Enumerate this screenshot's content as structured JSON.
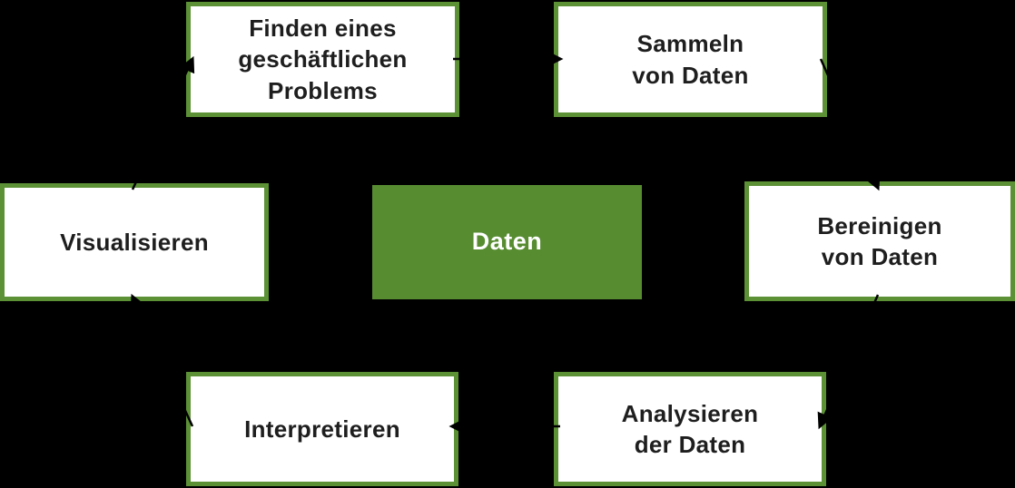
{
  "diagram": {
    "background_color": "#000000",
    "colors": {
      "border_green": "#5C9136",
      "center_fill_green": "#578C31",
      "box_fill": "#FFFFFF",
      "text_dark": "#1E1E1E",
      "text_light": "#FFFFFF",
      "connector": "#000000"
    },
    "center_node": {
      "id": "daten",
      "label": "Daten"
    },
    "nodes": [
      {
        "id": "finden",
        "label_lines": [
          "Finden eines",
          "geschäftlichen",
          "Problems"
        ]
      },
      {
        "id": "sammeln",
        "label_lines": [
          "Sammeln",
          "von Daten"
        ]
      },
      {
        "id": "bereinigen",
        "label_lines": [
          "Bereinigen",
          "von Daten"
        ]
      },
      {
        "id": "analysieren",
        "label_lines": [
          "Analysieren",
          "der Daten"
        ]
      },
      {
        "id": "interpretieren",
        "label_lines": [
          "Interpretieren"
        ]
      },
      {
        "id": "visualisieren",
        "label_lines": [
          "Visualisieren"
        ]
      }
    ],
    "connections": [
      {
        "from": "finden",
        "to": "sammeln"
      },
      {
        "from": "sammeln",
        "to": "bereinigen"
      },
      {
        "from": "bereinigen",
        "to": "analysieren"
      },
      {
        "from": "analysieren",
        "to": "interpretieren"
      },
      {
        "from": "interpretieren",
        "to": "visualisieren"
      },
      {
        "from": "visualisieren",
        "to": "finden"
      }
    ]
  }
}
